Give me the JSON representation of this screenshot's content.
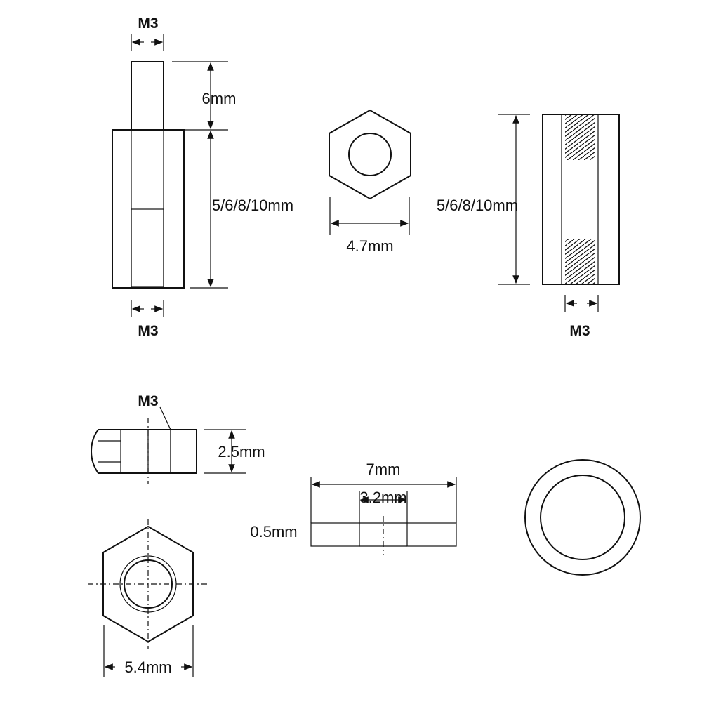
{
  "standoff_male_female": {
    "thread_top": "M3",
    "stud_length": "6mm",
    "body_length": "5/6/8/10mm",
    "thread_bottom": "M3"
  },
  "hex_top_view": {
    "across_flats": "4.7mm"
  },
  "standoff_female_female": {
    "body_length": "5/6/8/10mm",
    "thread": "M3"
  },
  "nut": {
    "thread": "M3",
    "thickness": "2.5mm",
    "across_flats": "5.4mm"
  },
  "washer": {
    "outer_diameter": "7mm",
    "inner_diameter": "3.2mm",
    "thickness": "0.5mm"
  }
}
